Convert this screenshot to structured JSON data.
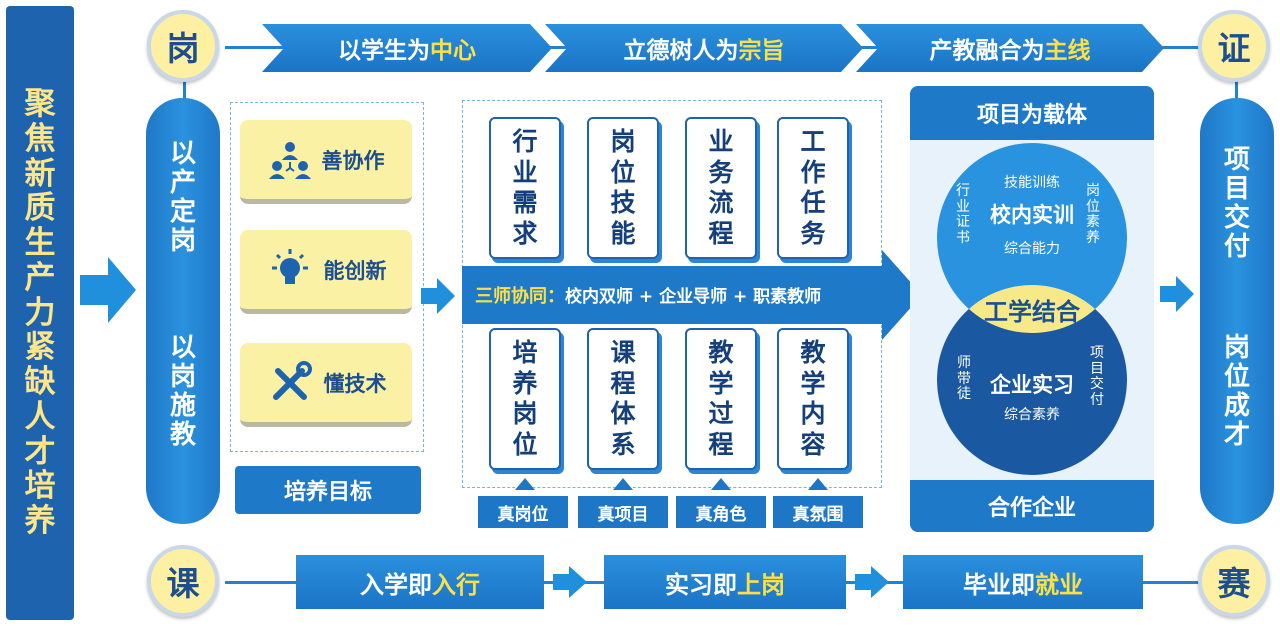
{
  "left_banner": [
    "聚",
    "焦",
    "新",
    "质",
    "生",
    "产",
    "力",
    "紧",
    "缺",
    "人",
    "才",
    "培",
    "养"
  ],
  "corners": {
    "top_left": "岗",
    "top_right": "证",
    "bottom_left": "课",
    "bottom_right": "赛"
  },
  "top_chevrons": [
    {
      "pre": "以学生为",
      "hl": "中心"
    },
    {
      "pre": "立德树人为",
      "hl": "宗旨"
    },
    {
      "pre": "产教融合为",
      "hl": "主线"
    }
  ],
  "left_pill": {
    "col1": [
      "以",
      "产",
      "定",
      "岗"
    ],
    "col2": [
      "以",
      "岗",
      "施",
      "教"
    ]
  },
  "right_pill": {
    "col1": [
      "项",
      "目",
      "交",
      "付"
    ],
    "col2": [
      "岗",
      "位",
      "成",
      "才"
    ]
  },
  "goals": {
    "items": [
      {
        "label": "善协作",
        "icon": "team-icon"
      },
      {
        "label": "能创新",
        "icon": "lightbulb-icon"
      },
      {
        "label": "懂技术",
        "icon": "tools-icon"
      }
    ],
    "title": "培养目标"
  },
  "top_cards": [
    [
      "行",
      "业",
      "需",
      "求"
    ],
    [
      "岗",
      "位",
      "技",
      "能"
    ],
    [
      "业",
      "务",
      "流",
      "程"
    ],
    [
      "工",
      "作",
      "任",
      "务"
    ]
  ],
  "bottom_cards": [
    [
      "培",
      "养",
      "岗",
      "位"
    ],
    [
      "课",
      "程",
      "体",
      "系"
    ],
    [
      "教",
      "学",
      "过",
      "程"
    ],
    [
      "教",
      "学",
      "内",
      "容"
    ]
  ],
  "tags": [
    "真岗位",
    "真项目",
    "真角色",
    "真氛围"
  ],
  "three_teachers": {
    "title": "三师协同：",
    "body": "校内双师 + 企业导师 + 职素教师"
  },
  "right_panel": {
    "header": "项目为载体",
    "footer": "合作企业",
    "upper_circle": {
      "title": "校内实训",
      "top": "技能训练",
      "bottom": "综合能力",
      "left": [
        "行",
        "业",
        "证",
        "书"
      ],
      "right": [
        "岗",
        "位",
        "素",
        "养"
      ]
    },
    "lower_circle": {
      "title": "企业实习",
      "bottom": "综合素养",
      "left": [
        "师",
        "带",
        "徒"
      ],
      "right": [
        "项",
        "目",
        "交",
        "付"
      ]
    },
    "center": "工学结合"
  },
  "bottom_row": [
    {
      "pre": "入学即",
      "hl": "入行"
    },
    {
      "pre": "实习即",
      "hl": "上岗"
    },
    {
      "pre": "毕业即",
      "hl": "就业"
    }
  ],
  "colors": {
    "primary_blue": "#1e79c9",
    "dark_blue": "#1d63ae",
    "yellow": "#fde047",
    "cream": "#fbf1a4"
  }
}
